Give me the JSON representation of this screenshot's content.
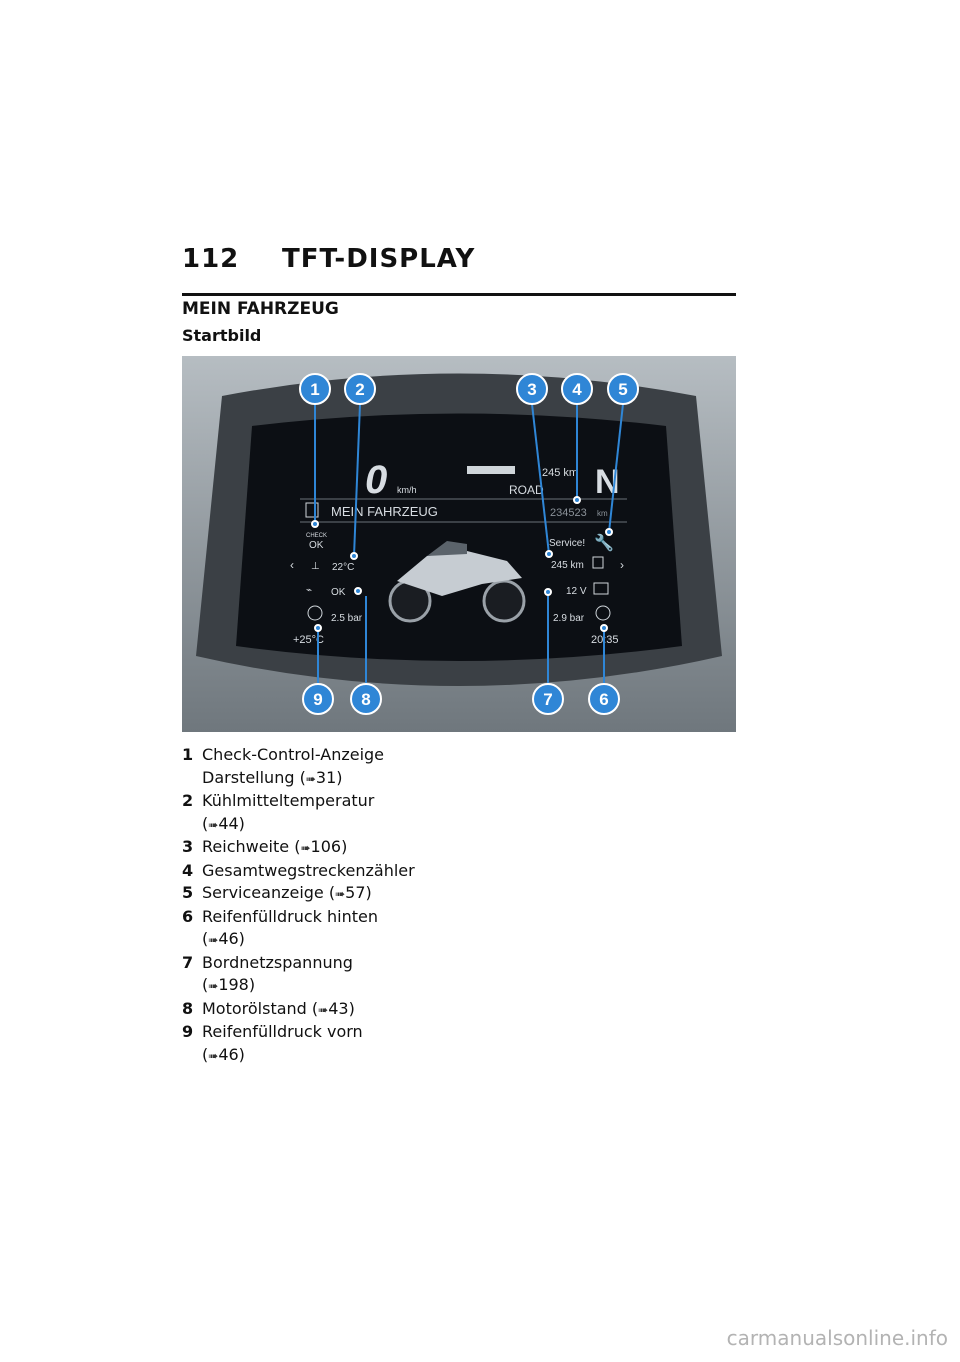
{
  "header": {
    "page_number": "112",
    "chapter_title": "TFT-DISPLAY"
  },
  "section": {
    "title": "MEIN FAHRZEUG",
    "subtitle": "Startbild"
  },
  "display": {
    "speed": "0",
    "speed_unit": "km/h",
    "range_top": "245 km",
    "mode": "ROAD",
    "gear": "N",
    "menu_title": "MEIN FAHRZEUG",
    "odometer": "234523",
    "odometer_unit": "km",
    "check_label": "CHECK",
    "check_value": "OK",
    "service_label": "Service!",
    "coolant_temp": "22°C",
    "range": "245 km",
    "oil_level": "OK",
    "voltage": "12 V",
    "tire_front": "2.5 bar",
    "tire_rear": "2.9 bar",
    "ambient_temp": "+25°C",
    "clock": "20:35",
    "callouts": [
      "1",
      "2",
      "3",
      "4",
      "5",
      "6",
      "7",
      "8",
      "9"
    ],
    "callout_color": "#2f86d6"
  },
  "legend": {
    "arrow_icon": "page-reference-arrow-icon",
    "items": [
      {
        "num": "1",
        "lines": [
          "Check-Control-Anzeige",
          "Darstellung"
        ],
        "ref": "31",
        "ref_inline": true
      },
      {
        "num": "2",
        "lines": [
          "Kühlmitteltemperatur"
        ],
        "ref": "44",
        "ref_inline": false
      },
      {
        "num": "3",
        "lines": [
          "Reichweite"
        ],
        "ref": "106",
        "ref_inline": true
      },
      {
        "num": "4",
        "lines": [
          "Gesamtwegstreckenzähler"
        ],
        "ref": null,
        "ref_inline": true
      },
      {
        "num": "5",
        "lines": [
          "Serviceanzeige"
        ],
        "ref": "57",
        "ref_inline": true
      },
      {
        "num": "6",
        "lines": [
          "Reifenfülldruck hinten"
        ],
        "ref": "46",
        "ref_inline": false
      },
      {
        "num": "7",
        "lines": [
          "Bordnetzspannung"
        ],
        "ref": "198",
        "ref_inline": false
      },
      {
        "num": "8",
        "lines": [
          "Motorölstand"
        ],
        "ref": "43",
        "ref_inline": true
      },
      {
        "num": "9",
        "lines": [
          "Reifenfülldruck vorn"
        ],
        "ref": "46",
        "ref_inline": false
      }
    ]
  },
  "watermark": "carmanualsonline.info"
}
